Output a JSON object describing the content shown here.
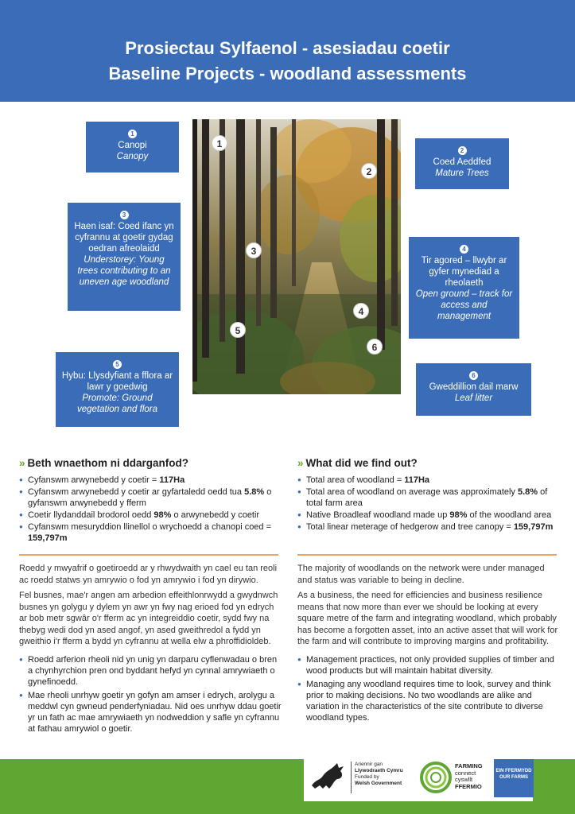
{
  "header": {
    "title_cy": "Prosiectau Sylfaenol - asesiadau coetir",
    "title_en": "Baseline Projects - woodland assessments"
  },
  "callouts": [
    {
      "num": "1",
      "cy": "Canopi",
      "en": "Canopy"
    },
    {
      "num": "2",
      "cy": "Coed Aeddfed",
      "en": "Mature Trees"
    },
    {
      "num": "3",
      "cy": "Haen isaf: Coed ifanc yn cyfrannu at goetir gydag oedran afreolaidd",
      "en": "Understorey: Young trees contributing to an uneven age woodland"
    },
    {
      "num": "4",
      "cy": "Tir agored – llwybr ar gyfer mynediad a rheolaeth",
      "en": "Open ground – track for access and management"
    },
    {
      "num": "5",
      "cy": "Hybu: Llysdyfiant a fflora ar lawr y goedwig",
      "en": "Promote: Ground vegetation and flora"
    },
    {
      "num": "6",
      "cy": "Gweddillion dail marw",
      "en": "Leaf litter"
    }
  ],
  "markers": [
    "1",
    "2",
    "3",
    "4",
    "5",
    "6"
  ],
  "find_cy": {
    "heading": "Beth wnaethom ni ddarganfod?",
    "bullets": [
      {
        "pre": "Cyfanswm arwynebedd y coetir = ",
        "bold": "117Ha",
        "post": ""
      },
      {
        "pre": "Cyfanswm arwynebedd y coetir ar gyfartaledd oedd tua ",
        "bold": "5.8%",
        "post": " o gyfanswm arwynebedd y fferm"
      },
      {
        "pre": "Coetir llydanddail brodorol oedd ",
        "bold": "98%",
        "post": " o arwynebedd y coetir"
      },
      {
        "pre": "Cyfanswm mesuryddion llinellol o wrychoedd a chanopi coed = ",
        "bold": "159,797m",
        "post": ""
      }
    ]
  },
  "find_en": {
    "heading": "What did we find out?",
    "bullets": [
      {
        "pre": "Total area of woodland = ",
        "bold": "117Ha",
        "post": ""
      },
      {
        "pre": "Total area of woodland on average was approximately ",
        "bold": "5.8%",
        "post": " of total farm area"
      },
      {
        "pre": "Native Broadleaf woodland made up ",
        "bold": "98%",
        "post": " of the woodland area"
      },
      {
        "pre": "Total linear meterage of hedgerow and tree canopy = ",
        "bold": "159,797m",
        "post": ""
      }
    ]
  },
  "body_cy": {
    "p1": "Roedd y mwyafrif o goetiroedd ar y rhwydwaith yn cael eu tan reoli ac roedd statws yn amrywio o fod yn amrywio i fod yn dirywio.",
    "p2": "Fel busnes, mae'r angen am arbedion effeithlonrwydd a gwydnwch busnes yn golygu y dylem yn awr yn fwy nag erioed fod yn edrych ar bob metr sgwâr o'r fferm ac yn integreiddio coetir, sydd fwy na thebyg wedi dod yn ased angof, yn ased gweithredol a fydd yn gweithio i'r fferm a bydd yn cyfrannu at wella elw a phroffidioldeb.",
    "bullets": [
      "Roedd arferion rheoli nid yn unig yn darparu cyflenwadau o bren a chynhyrchion pren ond byddant hefyd yn cynnal amrywiaeth o gynefinoedd.",
      "Mae rheoli unrhyw goetir yn gofyn am amser i edrych, arolygu a meddwl cyn gwneud penderfyniadau. Nid oes unrhyw ddau goetir yr un fath ac mae amrywiaeth yn nodweddion y safle yn cyfrannu at fathau amrywiol o goetir."
    ]
  },
  "body_en": {
    "p1": "The majority of woodlands on the network were under managed and status was variable to being in decline.",
    "p2": "As a business, the need for efficiencies and business resilience means that now more than ever we should be looking at every square metre of the farm and integrating woodland, which probably has become a forgotten asset, into an active asset that will work for the farm and will contribute to improving margins and profitability.",
    "bullets": [
      "Management practices, not only provided supplies of timber and wood products but will maintain habitat diversity.",
      "Managing any woodland requires time to look, survey and think prior to making decisions. No two woodlands are alike and variation in the characteristics of the site contribute to diverse woodland types."
    ]
  },
  "footer": {
    "gov_line1": "Ariennir gan",
    "gov_line2": "Llywodraeth Cymru",
    "gov_line3": "Funded by",
    "gov_line4": "Welsh Government",
    "fc_line1": "FARMING",
    "fc_line2": "connect",
    "fc_line3": "cyswllt",
    "fc_line4": "FFERMIO",
    "badge_line1": "EIN FFERMYDD",
    "badge_line2": "OUR FARMS"
  },
  "colors": {
    "brand_blue": "#3a6cb7",
    "footer_green": "#5fa633",
    "chevron_green": "#6aa62e",
    "rule_orange": "#f0a35c"
  }
}
